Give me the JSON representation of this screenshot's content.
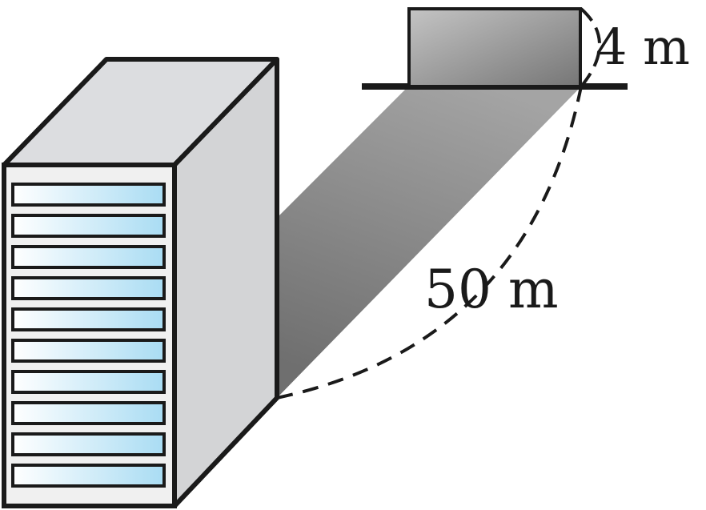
{
  "labels": {
    "small_height": "4 m",
    "distance": "50 m"
  },
  "building": {
    "window_count": 10
  },
  "colors": {
    "outline": "#1a1a1a",
    "shadow": "#7f7f7f",
    "window_light": "#ffffff",
    "window_blue": "#a9dcf3",
    "building_front": "#f0f0f0",
    "building_side": "#d3d4d6",
    "building_top": "#dcdde0",
    "small_block_light": "#c2c2c2",
    "small_block_dark": "#7a7a7a"
  }
}
